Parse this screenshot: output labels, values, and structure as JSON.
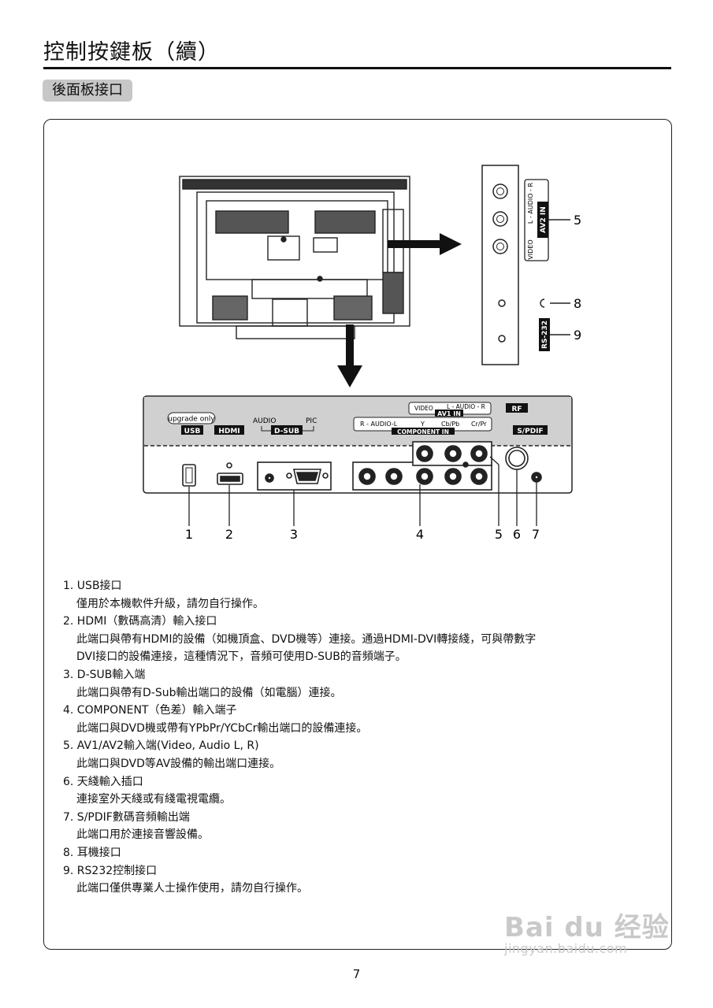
{
  "page": {
    "title": "控制按鍵板（續）",
    "section": "後面板接口",
    "page_number": "7"
  },
  "side_panel": {
    "av2_audio_label": "L - AUDIO - R",
    "av2_in": "AV2 IN",
    "video": "VIDEO",
    "rs232": "RS-232",
    "callouts": [
      "5",
      "8",
      "9"
    ]
  },
  "rear_panel": {
    "upgrade_only": "upgrade only",
    "usb": "USB",
    "hdmi": "HDMI",
    "audio": "AUDIO",
    "pic": "PIC",
    "dsub": "D-SUB",
    "video": "VIDEO",
    "l_audio_r": "L - AUDIO - R",
    "av1_in": "AV1 IN",
    "r_audio_l": "R - AUDIO-L",
    "y": "Y",
    "cb_pb": "Cb/Pb",
    "cr_pr": "Cr/Pr",
    "component_in": "COMPONENT IN",
    "rf": "RF",
    "spdif": "S/PDIF"
  },
  "callout_numbers": [
    "1",
    "2",
    "3",
    "4",
    "5",
    "6",
    "7"
  ],
  "descriptions": [
    {
      "head": "1. USB接口",
      "body": [
        "僅用於本機軟件升級，請勿自行操作。"
      ]
    },
    {
      "head": "2. HDMI（數碼高清）輸入接口",
      "body": [
        "此端口與帶有HDMI的設備（如機頂盒、DVD機等）連接。通過HDMI-DVI轉接綫，可與帶數字",
        "DVI接口的設備連接，這種情況下，音頻可使用D-SUB的音頻端子。"
      ]
    },
    {
      "head": "3. D-SUB輸入端",
      "body": [
        "此端口與帶有D-Sub輸出端口的設備（如電腦）連接。"
      ]
    },
    {
      "head": "4. COMPONENT（色差）輸入端子",
      "body": [
        "此端口與DVD機或帶有YPbPr/YCbCr輸出端口的設備連接。"
      ]
    },
    {
      "head": "5. AV1/AV2輸入端(Video, Audio L, R)",
      "body": [
        "此端口與DVD等AV設備的輸出端口連接。"
      ]
    },
    {
      "head": "6. 天綫輸入插口",
      "body": [
        "連接室外天綫或有綫電視電纜。"
      ]
    },
    {
      "head": "7. S/PDIF數碼音頻輸出端",
      "body": [
        "此端口用於連接音響設備。"
      ]
    },
    {
      "head": "8. 耳機接口",
      "body": []
    },
    {
      "head": "9. RS232控制接口",
      "body": [
        "此端口僅供專業人士操作使用，請勿自行操作。"
      ]
    }
  ],
  "watermark": {
    "logo": "Bai du 经验",
    "url": "jingyan.baidu.com"
  }
}
